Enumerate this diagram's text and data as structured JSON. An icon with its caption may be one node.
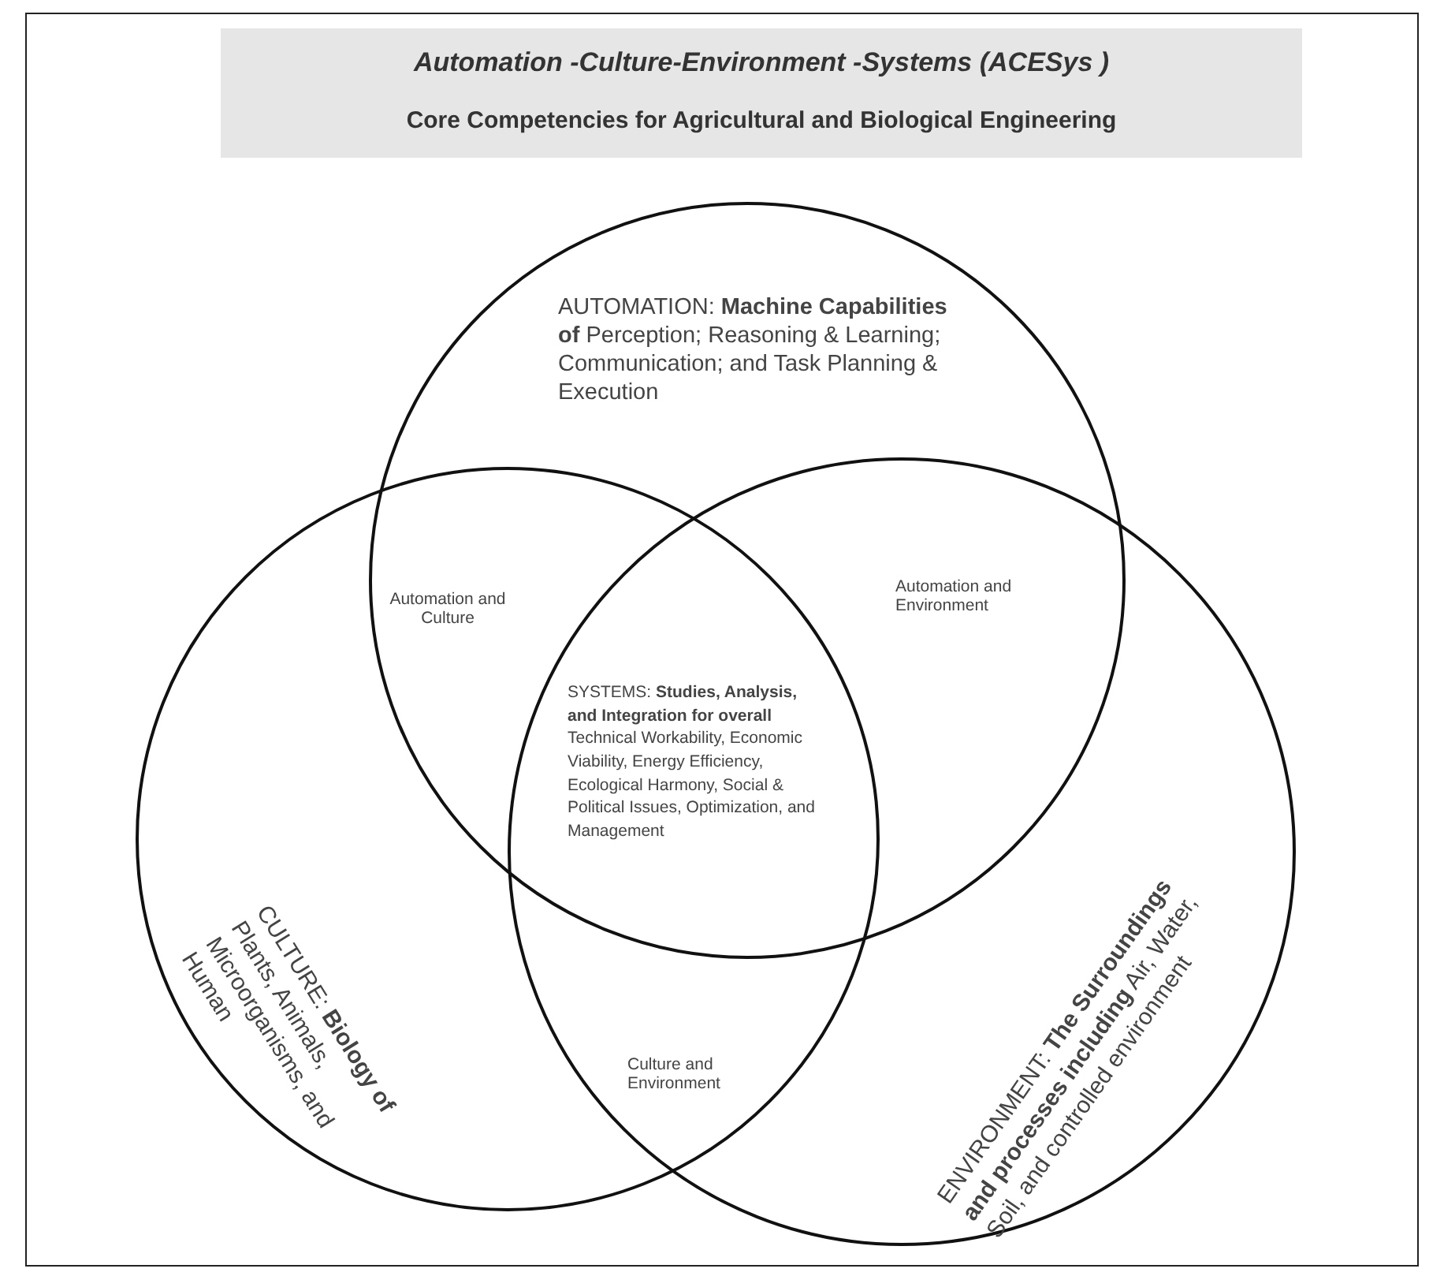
{
  "diagram": {
    "title": "Automation -Culture-Environment -Systems (ACESys )",
    "nodes": [
      {
        "text": [
          "AUTOMATION: **Machine Capabilities of** Perception; Reasoning & Learning; Communication; and Task Planning & Execution"
        ]
      },
      {
        "text": [
          "CULTURE: **Biology of** Plants, Animals, Microorganisms, and Human"
        ]
      },
      {
        "text": [
          "ENVIRONMENT: **The Surroundings and processes including** Air, Water, Soil, and controlled environment"
        ]
      }
    ],
    "edges": [],
    "labels": [
      "Core Competencies for Agricultural and Biological Engineering",
      "Automation and Culture",
      "Automation and Environment",
      "SYSTEMS: **Studies, Analysis, and Integration for overall** Technical Workability, Economic Viability, Energy Efficiency, Ecological Harmony, Social & Political Issues, Optimization, and Management",
      "Culture and Environment"
    ]
  }
}
